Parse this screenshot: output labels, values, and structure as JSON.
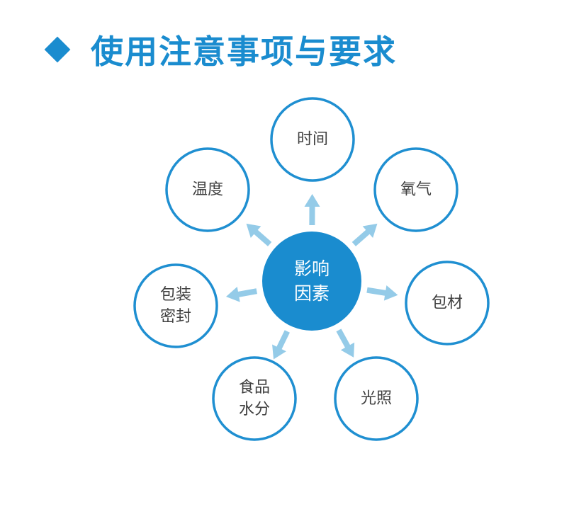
{
  "title": "使用注意事项与要求",
  "colors": {
    "accent": "#1a8ccf",
    "ring": "#1f8fd1",
    "arrow": "#94cbe8",
    "label": "#404040"
  },
  "center": {
    "lines": [
      "影响",
      "因素"
    ]
  },
  "nodes": [
    {
      "id": "time",
      "lines": [
        "时间"
      ]
    },
    {
      "id": "oxygen",
      "lines": [
        "氧气"
      ]
    },
    {
      "id": "packaging",
      "lines": [
        "包材"
      ]
    },
    {
      "id": "light",
      "lines": [
        "光照"
      ]
    },
    {
      "id": "moisture",
      "lines": [
        "食品",
        "水分"
      ]
    },
    {
      "id": "sealing",
      "lines": [
        "包装",
        "密封"
      ]
    },
    {
      "id": "temperature",
      "lines": [
        "温度"
      ]
    }
  ]
}
